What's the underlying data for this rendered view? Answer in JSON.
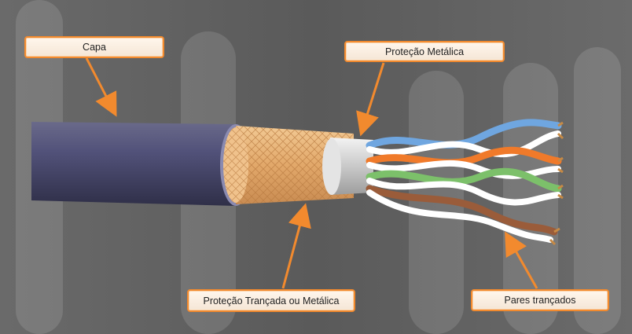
{
  "labels": {
    "capa": "Capa",
    "protecao_metalica": "Proteção Metálica",
    "protecao_trancada": "Proteção Trançada ou Metálica",
    "pares_trancados": "Pares trançados"
  },
  "colors": {
    "background": "#5c5c5c",
    "jacket": "#4a4a6a",
    "braid": "#e8b27a",
    "foil": "#d9d9d9",
    "callout_border": "#f28a2e",
    "arrow": "#f28a2e",
    "pair_blue": "#6fa6e0",
    "pair_orange": "#f07a2a",
    "pair_green": "#7cc06a",
    "pair_brown": "#9a5c3a"
  }
}
